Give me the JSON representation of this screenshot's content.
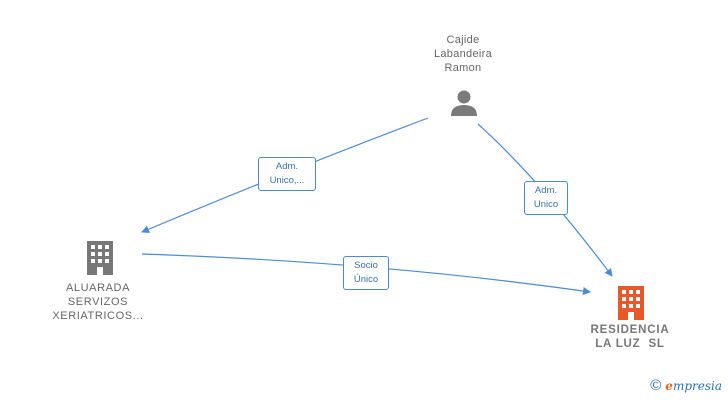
{
  "nodes": {
    "person": {
      "name_lines": [
        "Cajide",
        "Labandeira",
        "Ramon"
      ],
      "icon": "person-icon"
    },
    "aluarada": {
      "name_lines": [
        "ALUARADA",
        "SERVIZOS",
        "XERIATRICOS..."
      ],
      "icon": "building-icon",
      "color": "#777777"
    },
    "residencia": {
      "name_lines": [
        "RESIDENCIA",
        "LA LUZ  SL"
      ],
      "icon": "building-icon",
      "color": "#e8582a"
    }
  },
  "edges": [
    {
      "label_lines": [
        "Adm.",
        "Unico,..."
      ]
    },
    {
      "label_lines": [
        "Adm.",
        "Unico"
      ]
    },
    {
      "label_lines": [
        "Socio",
        "Único"
      ]
    }
  ],
  "colors": {
    "edge": "#4a8ad8",
    "brand_orange": "#e06820",
    "brand_blue": "#2a6fb5"
  },
  "brand": {
    "copyright": "©",
    "first_letter": "e",
    "rest": "mpresia"
  }
}
